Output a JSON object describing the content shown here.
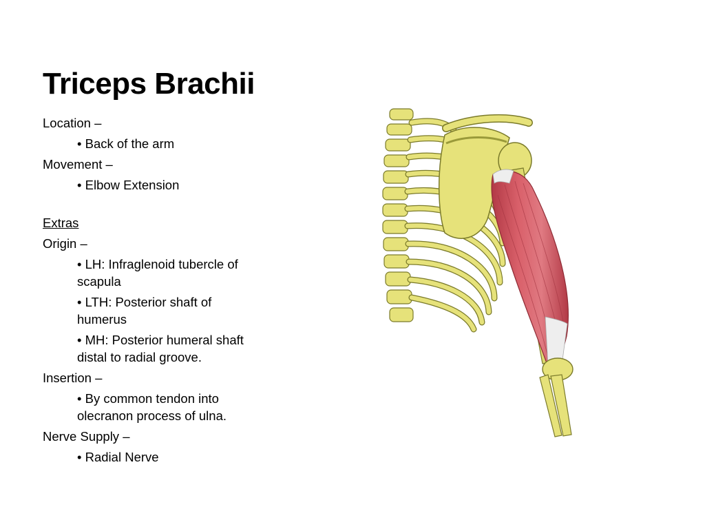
{
  "slide": {
    "title": "Triceps Brachii",
    "location_label": "Location –",
    "location_item": "• Back of the arm",
    "movement_label": "Movement –",
    "movement_item": "• Elbow Extension",
    "extras_label": "Extras",
    "origin_label": "Origin –",
    "origin_items": [
      "• LH: Infraglenoid tubercle of scapula",
      "• LTH: Posterior shaft of humerus",
      "• MH: Posterior humeral shaft distal to radial groove."
    ],
    "insertion_label": "Insertion –",
    "insertion_item": "• By common tendon into olecranon process of ulna.",
    "nerve_label": "Nerve Supply –",
    "nerve_item": "• Radial Nerve"
  },
  "illustration": {
    "icon": "triceps-anatomy-illustration",
    "colors": {
      "bone": "#e6e27a",
      "bone_outline": "#7a7a2a",
      "muscle": "#d9606a",
      "muscle_dark": "#b23a46",
      "tendon": "#eeeeee"
    }
  }
}
